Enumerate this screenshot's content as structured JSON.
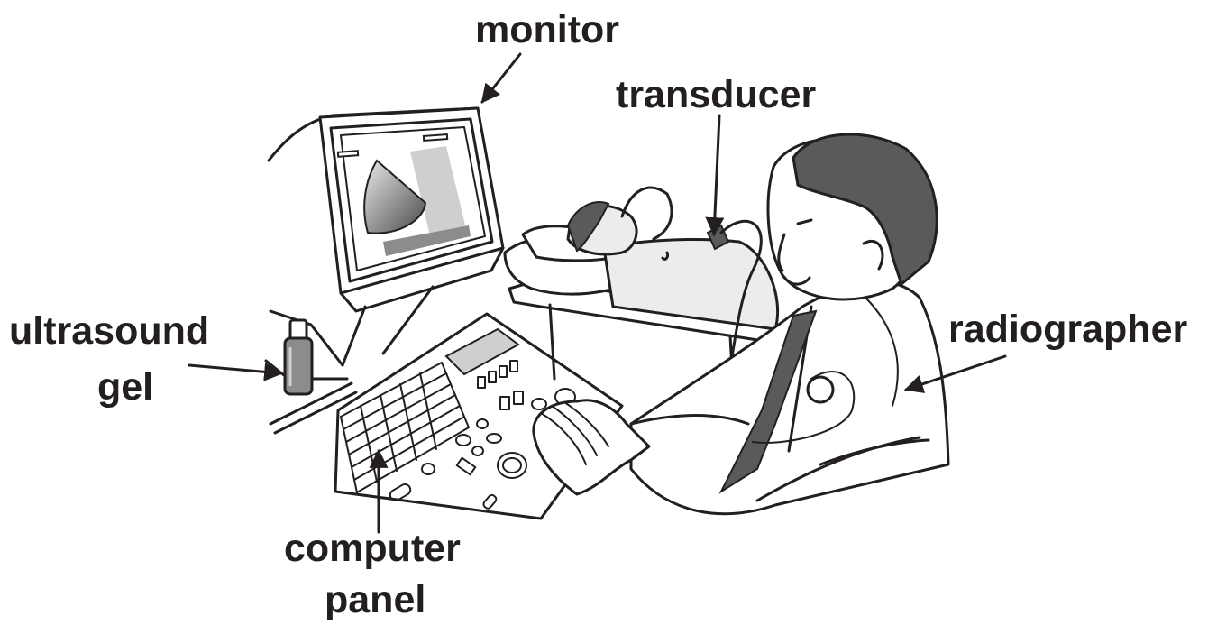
{
  "labels": {
    "monitor": "monitor",
    "transducer": "transducer",
    "ultrasound_gel_line1": "ultrasound",
    "ultrasound_gel_line2": "gel",
    "radiographer": "radiographer",
    "computer_panel_line1": "computer",
    "computer_panel_line2": "panel"
  },
  "colors": {
    "line": "#231f20",
    "dark_fill": "#5a5a5a",
    "light_fill": "#cfcfcf",
    "skin": "#ececec"
  }
}
